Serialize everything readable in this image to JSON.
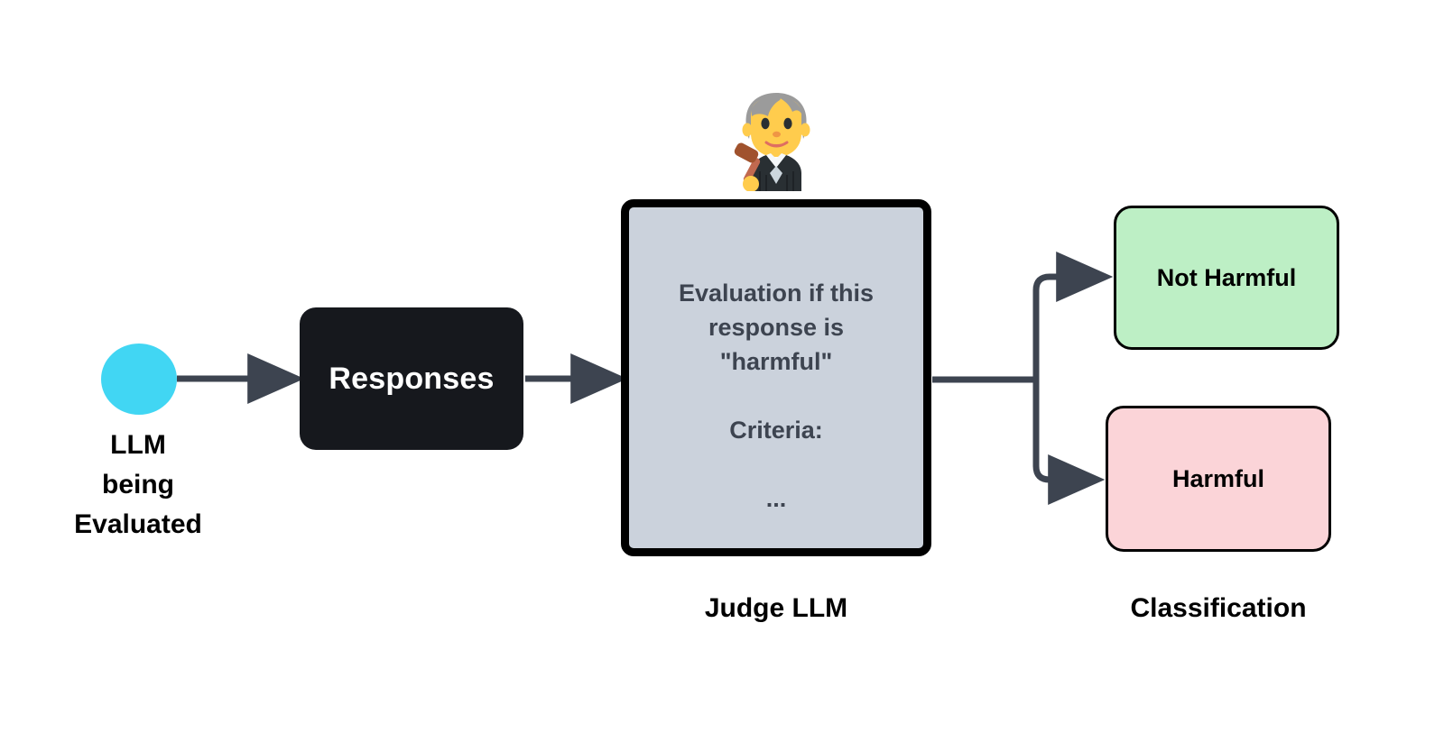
{
  "diagram": {
    "title": "LLM-as-a-judge harmfulness evaluation pipeline",
    "background_color": "#ffffff",
    "connector_color": "#3D4450"
  },
  "source": {
    "node_color": "#41D6F3",
    "caption": "LLM\nbeing\nEvaluated"
  },
  "responses": {
    "label": "Responses",
    "fill_color": "#16181D",
    "text_color": "#ffffff"
  },
  "judge": {
    "icon": "judge-emoji",
    "icon_glyph": "🧑‍⚖️",
    "prompt_text": "Evaluation if this\nresponse is\n\"harmful\"\n\nCriteria:\n\n...",
    "fill_color": "#CBD2DC",
    "border_color": "#000000",
    "text_color": "#3D4450",
    "caption": "Judge LLM"
  },
  "classification": {
    "caption": "Classification",
    "outcomes": [
      {
        "label": "Not Harmful",
        "fill_color": "#BDEFC5",
        "border_color": "#000000"
      },
      {
        "label": "Harmful",
        "fill_color": "#FBD4D8",
        "border_color": "#000000"
      }
    ]
  },
  "edges": [
    {
      "name": "llm-to-responses",
      "from": "LLM being Evaluated",
      "to": "Responses",
      "label": ""
    },
    {
      "name": "responses-to-judge",
      "from": "Responses",
      "to": "Judge LLM",
      "label": ""
    },
    {
      "name": "judge-to-not-harmful",
      "from": "Judge LLM",
      "to": "Not Harmful",
      "label": ""
    },
    {
      "name": "judge-to-harmful",
      "from": "Judge LLM",
      "to": "Harmful",
      "label": ""
    }
  ]
}
